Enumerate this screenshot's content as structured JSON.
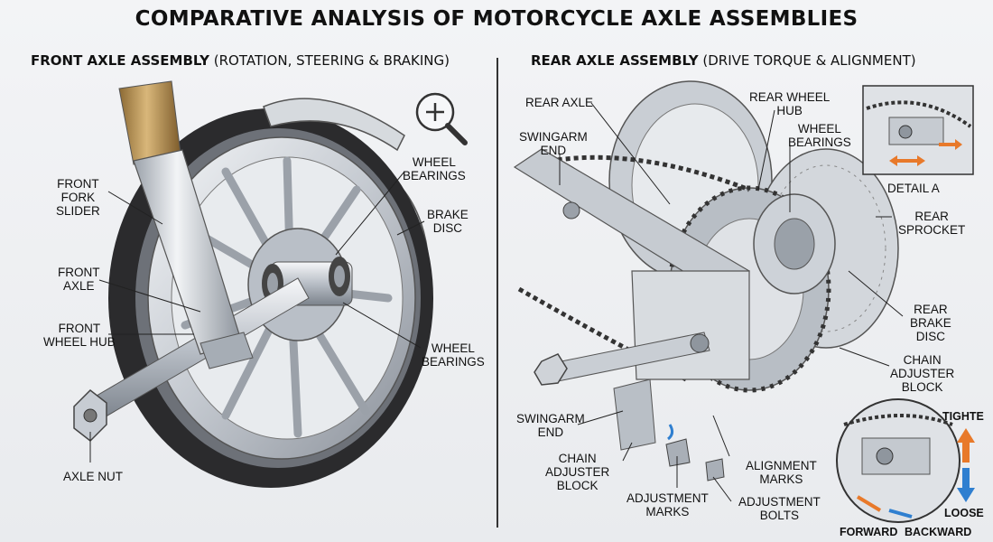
{
  "title": "COMPARATIVE ANALYSIS OF MOTORCYCLE AXLE ASSEMBLIES",
  "front": {
    "heading": "FRONT AXLE ASSEMBLY",
    "subheading": "(ROTATION, STEERING & BRAKING)",
    "labels": {
      "fork_slider_1": "FRONT",
      "fork_slider_2": "FORK",
      "fork_slider_3": "SLIDER",
      "axle_1": "FRONT",
      "axle_2": "AXLE",
      "hub_1": "FRONT",
      "hub_2": "WHEEL HUB",
      "axle_nut": "AXLE NUT",
      "bearings_top_1": "WHEEL",
      "bearings_top_2": "BEARINGS",
      "brake_disc_1": "BRAKE",
      "brake_disc_2": "DISC",
      "bearings_bottom_1": "WHEEL",
      "bearings_bottom_2": "BEARINGS"
    }
  },
  "rear": {
    "heading": "REAR AXLE ASSEMBLY",
    "subheading": "(DRIVE TORQUE & ALIGNMENT)",
    "labels": {
      "rear_axle": "REAR AXLE",
      "swingarm_end_top_1": "SWINGARM",
      "swingarm_end_top_2": "END",
      "hub_1": "REAR WHEEL",
      "hub_2": "HUB",
      "bearings_1": "WHEEL",
      "bearings_2": "BEARINGS",
      "detail": "DETAIL A",
      "sprocket_1": "REAR",
      "sprocket_2": "SPROCKET",
      "brake_disc_1": "REAR",
      "brake_disc_2": "BRAKE",
      "brake_disc_3": "DISC",
      "adjuster_right_1": "CHAIN",
      "adjuster_right_2": "ADJUSTER",
      "adjuster_right_3": "BLOCK",
      "swingarm_end_bottom_1": "SWINGARM",
      "swingarm_end_bottom_2": "END",
      "adjuster_left_1": "CHAIN",
      "adjuster_left_2": "ADJUSTER",
      "adjuster_left_3": "BLOCK",
      "adj_marks_1": "ADJUSTMENT",
      "adj_marks_2": "MARKS",
      "align_marks_1": "ALIGNMENT",
      "align_marks_2": "MARKS",
      "adj_bolts_1": "ADJUSTMENT",
      "adj_bolts_2": "BOLTS",
      "tighten": "TIGHTE",
      "loose": "LOOSE",
      "forward": "FORWARD",
      "backward": "BACKWARD"
    }
  },
  "colors": {
    "steel": "#c7ccd3",
    "steel_dark": "#7d848d",
    "tire": "#2b2b2d",
    "fork_gold": "#b08a4e",
    "arrow_orange": "#e8792a",
    "arrow_blue": "#2f7fd0"
  },
  "icons": [
    "magnifier-zoom-icon"
  ]
}
